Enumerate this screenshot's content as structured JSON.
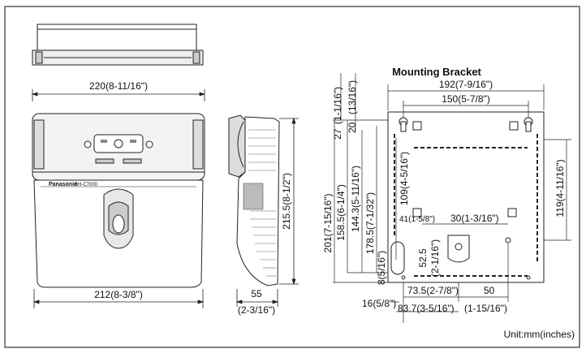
{
  "title": "Mounting Bracket",
  "unit": "Unit:mm(inches)",
  "brand": "Panasonic",
  "model": "BH-C7000",
  "dims": {
    "top_width": "220(8-11/16\")",
    "bottom_width": "212(8-3/8\")",
    "side_height": "215.5(8-1/2\")",
    "side_depth_mm": "55",
    "side_depth_in": "(2-3/16\")",
    "b_outer_w": "192(7-9/16\")",
    "b_inner_w": "150(5-7/8\")",
    "b_total_h": "201(7-15/16\")",
    "b_h1": "158.5(6-1/4\")",
    "b_h2": "144.3(5-11/16\")",
    "b_h3": "178.5(7-1/32\")",
    "b_h4": "109(4-5/16\")",
    "b_right_h": "119(4-11/16\")",
    "b_27": "27",
    "b_27_in": "(1-1/16\")",
    "b_20": "20",
    "b_20_in": "(13/16\")",
    "b_41": "41(1-5/8\")",
    "b_30": "30(1-3/16\")",
    "b_8": "8(5/16\")",
    "b_52": "52.5",
    "b_52_in": "(2-1/16\")",
    "b_16": "16(5/8\")",
    "b_73": "73.5(2-7/8\")",
    "b_50": "50",
    "b_83": "83.7(3-5/16\")",
    "b_115": "(1-15/16\")"
  }
}
